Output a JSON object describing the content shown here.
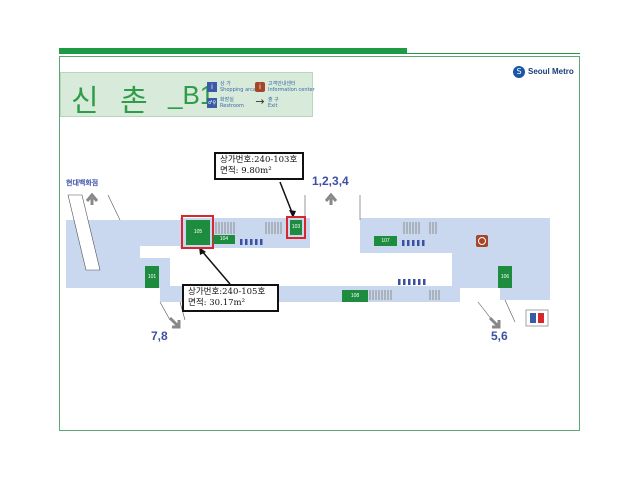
{
  "station": {
    "name": "신  촌",
    "floor": "_B1"
  },
  "legend": [
    {
      "icon": "shop-icon",
      "symbol": "i",
      "label": "상 가",
      "sublabel": "Shopping arcade"
    },
    {
      "icon": "info-icon",
      "symbol": "i",
      "label": "고객안내센터",
      "sublabel": "Information center"
    },
    {
      "icon": "restroom-icon",
      "symbol": "♂♀",
      "label": "화장실",
      "sublabel": "Restroom"
    },
    {
      "icon": "exit-arrow-icon",
      "symbol": "→",
      "label": "출 구",
      "sublabel": "Exit"
    }
  ],
  "logo": {
    "text": "Seoul Metro",
    "mark": "S"
  },
  "shops": [
    "105",
    "104",
    "103",
    "107",
    "101",
    "106",
    "108"
  ],
  "exits": [
    "1,2,3,4",
    "7,8",
    "5,6"
  ],
  "landmark": "현대백화점",
  "callouts": [
    {
      "line1": "상가번호:240-103호",
      "line2": "면적: 9.80m²"
    },
    {
      "line1": "상가번호:240-105호",
      "line2": "면적: 30.17m²"
    }
  ],
  "colors": {
    "brand_green": "#1e9a44",
    "corridor": "#c9d8ee",
    "shop_green": "#1d8c3f",
    "highlight": "#d9262c"
  }
}
